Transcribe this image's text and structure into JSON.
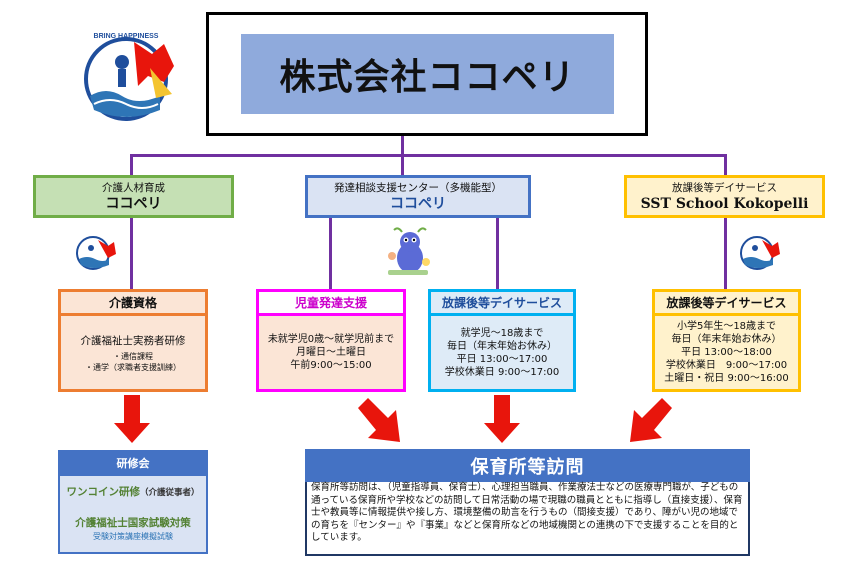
{
  "top": {
    "company": "株式会社ココペリ"
  },
  "categories": {
    "left": {
      "small": "介護人材育成",
      "big": "ココペリ"
    },
    "middle": {
      "small": "発達相談支援センター（多機能型）",
      "big": "ココペリ"
    },
    "right": {
      "small": "放課後等デイサービス",
      "big": "SST School Kokopelli"
    }
  },
  "services": {
    "kaigo": {
      "title": "介護資格",
      "main": "介護福祉士実務者研修",
      "sub": [
        "・通信課程",
        "・通学（求職者支援訓練）"
      ]
    },
    "jido": {
      "title": "児童発達支援",
      "lines": [
        "未就学児0歳～就学児前まで",
        "月曜日～土曜日",
        "午前9:00～15:00"
      ]
    },
    "houkago_mid": {
      "title": "放課後等デイサービス",
      "lines": [
        "就学児～18歳まで",
        "毎日（年末年始お休み）",
        "平日 13:00～17:00",
        "学校休業日 9:00～17:00"
      ]
    },
    "houkago_right": {
      "title": "放課後等デイサービス",
      "lines": [
        "小学5年生～18歳まで",
        "毎日（年末年始お休み）",
        "平日 13:00～18:00",
        "学校休業日　9:00～17:00",
        "土曜日・祝日 9:00～16:00"
      ]
    }
  },
  "kenshu": {
    "title": "研修会",
    "item1": "ワンコイン研修",
    "item1_note": "（介護従事者）",
    "item2": "介護福祉士国家試験対策",
    "item3": "受験対策講座模擬試験"
  },
  "visit": {
    "title": "保育所等訪問",
    "body": "保育所等訪問は、（児童指導員、保育士）、心理担当職員、作業療法士などの医療専門職が、子どもの通っている保育所や学校などの訪問して日常活動の場で現職の職員とともに指導し（直接支援）、保育士や教員等に情報提供や接し方、環境整備の助言を行うもの（間接支援）であり、障がい児の地域での育ちを『センター』や『事業』などと保育所などの地域機関との連携の下で支援することを目的としています。"
  },
  "logo": {
    "text": "BRING HAPPINESS"
  },
  "colors": {
    "connector": "#7030a0",
    "arrow": "#e8150c",
    "accent_blue": "#4472c4"
  }
}
